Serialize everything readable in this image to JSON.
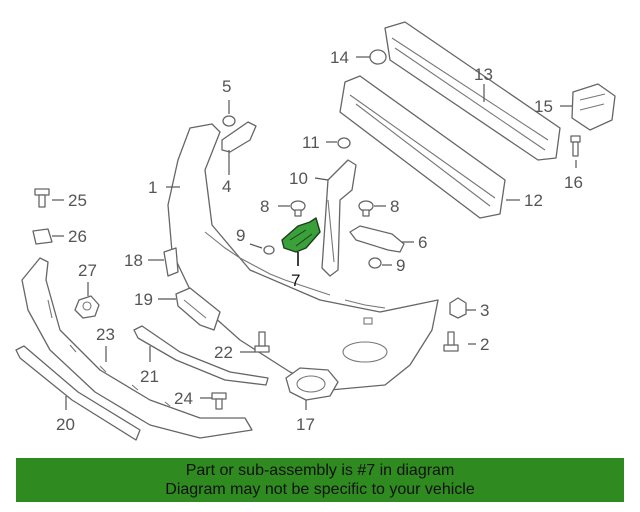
{
  "callouts": {
    "c1": "1",
    "c2": "2",
    "c3": "3",
    "c4": "4",
    "c5": "5",
    "c6": "6",
    "c7": "7",
    "c8a": "8",
    "c8b": "8",
    "c9a": "9",
    "c9b": "9",
    "c10": "10",
    "c11": "11",
    "c12": "12",
    "c13": "13",
    "c14": "14",
    "c15": "15",
    "c16": "16",
    "c17": "17",
    "c18": "18",
    "c19": "19",
    "c20": "20",
    "c21": "21",
    "c22": "22",
    "c23": "23",
    "c24": "24",
    "c25": "25",
    "c26": "26",
    "c27": "27"
  },
  "banner": {
    "line1": "Part or sub-assembly is #7 in diagram",
    "line2": "Diagram may not be specific to your vehicle"
  },
  "colors": {
    "highlight_part": "#3aa03a",
    "banner_background": "#2f8a1f",
    "callout_text": "#555555"
  }
}
